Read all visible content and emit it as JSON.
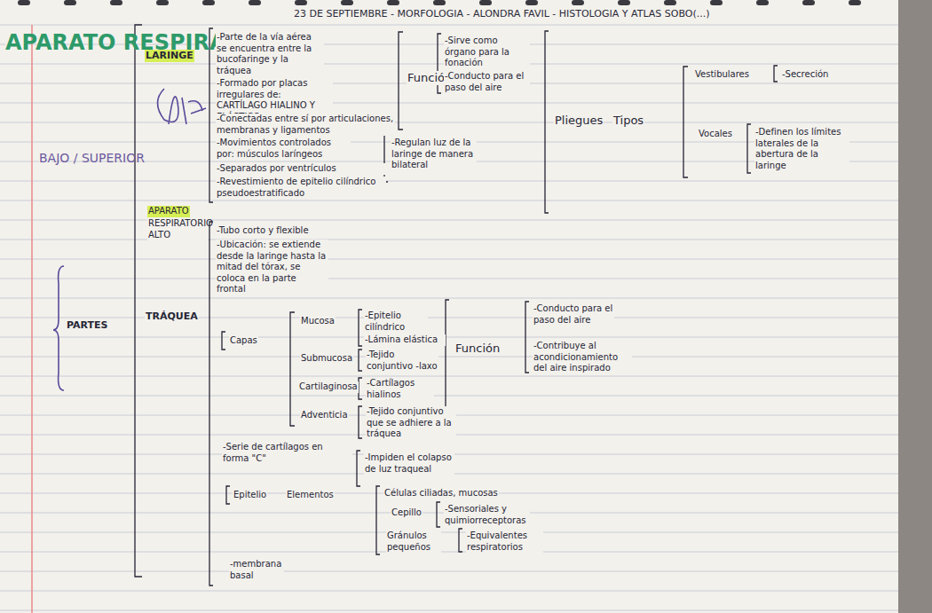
{
  "diagram": {
    "title": "23 DE SEPTIEMBRE - MORFOLOGIA - ALONDRA FAVIL - HISTOLOGIA Y ATLAS SOBO(...)",
    "labels": [
      "APARATO RESPIRATORIO",
      "BAJO / SUPERIOR",
      "PARTES",
      "LARINGE",
      "-Parte de la vía aérea se encuentra entre la bucofaringe y la tráquea",
      "-Formado por placas irregulares de: CARTÍLAGO HIALINO Y ELÁSTICO",
      "-Conectadas entre sí por articulaciones, membranas y ligamentos",
      "-Movimientos controlados por: músculos laríngeos",
      "-Separados por ventrículos",
      "-Revestimiento de epitelio cilíndrico pseudoestratificado",
      "Función",
      "-Sirve como órgano para la fonación",
      "-Conducto para el paso del aire",
      "-Regulan luz de la laringe de manera bilateral",
      "Pliegues",
      "Tipos",
      "Vestibulares",
      "-Secreción",
      "Vocales",
      "-Definen los límites laterales de la abertura de la laringe",
      "APARATO",
      "RESPIRATORIO ALTO",
      "TRÁQUEA",
      "-Tubo corto y flexible",
      "-Ubicación: se extiende desde la laringe hasta la mitad del tórax, se coloca en la parte frontal",
      "Capas",
      "Mucosa",
      "-Epitelio cilíndrico",
      "-Lámina elástica",
      "Submucosa",
      "-Tejido conjuntivo -laxo",
      "Cartilaginosa",
      "-Cartílagos hialinos",
      "Adventicia",
      "-Tejido conjuntivo que se adhiere a la tráquea",
      "-Serie de cartílagos en forma \"C\"",
      "-Impiden el colapso de luz traqueal",
      "Epitelio",
      "Elementos",
      "Células ciliadas, mucosas",
      "Cepillo",
      "-Sensoriales y quimiorreceptoras",
      "Gránulos pequeños",
      "-Equivalentes respiratorios",
      "-membrana basal",
      "Función",
      "-Conducto para el paso del aire",
      "-Contribuye al acondicionamiento del aire inspirado"
    ]
  }
}
